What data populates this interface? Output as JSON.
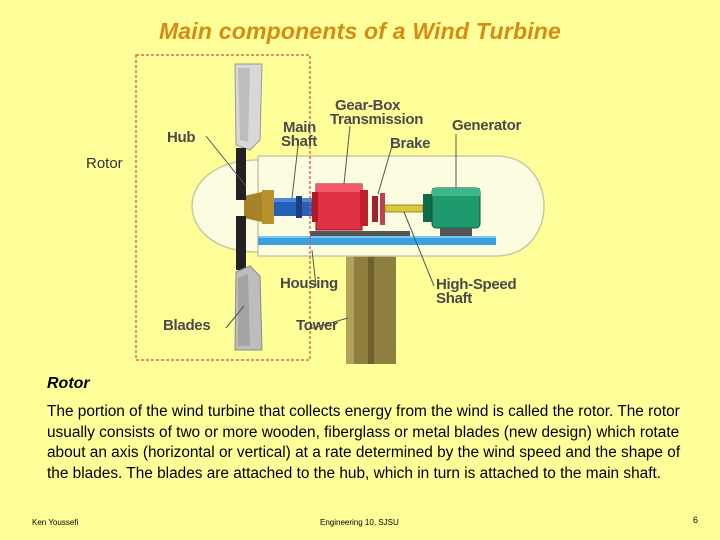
{
  "slide": {
    "title": "Main components of a Wind Turbine",
    "rotor_callout": "Rotor",
    "section_heading": "Rotor",
    "body": "The portion of the wind turbine that collects energy from the wind is called the rotor. The rotor usually consists of two or more wooden, fiberglass or metal blades (new design) which rotate about an axis (horizontal or vertical) at a rate determined by the wind speed and the shape of the blades. The blades are attached to the hub, which in turn is attached to the main shaft."
  },
  "diagram_labels": {
    "hub": "Hub",
    "main_shaft_1": "Main",
    "main_shaft_2": "Shaft",
    "gearbox_1": "Gear-Box",
    "gearbox_2": "Transmission",
    "brake": "Brake",
    "generator": "Generator",
    "housing": "Housing",
    "high_speed_1": "High-Speed",
    "high_speed_2": "Shaft",
    "blades": "Blades",
    "tower": "Tower"
  },
  "footer": {
    "author": "Ken Youssefi",
    "course": "Engineering 10, SJSU",
    "page": "6"
  },
  "colors": {
    "background": "#ffff99",
    "title": "#d98a14",
    "housing": "#fcfce0",
    "tower": "#8e7f3f",
    "gearbox": "#e03044",
    "generator": "#1f9a6e",
    "platform": "#3aa0e0",
    "hub": "#b9922e",
    "dashed_box": "#d84a4a"
  }
}
